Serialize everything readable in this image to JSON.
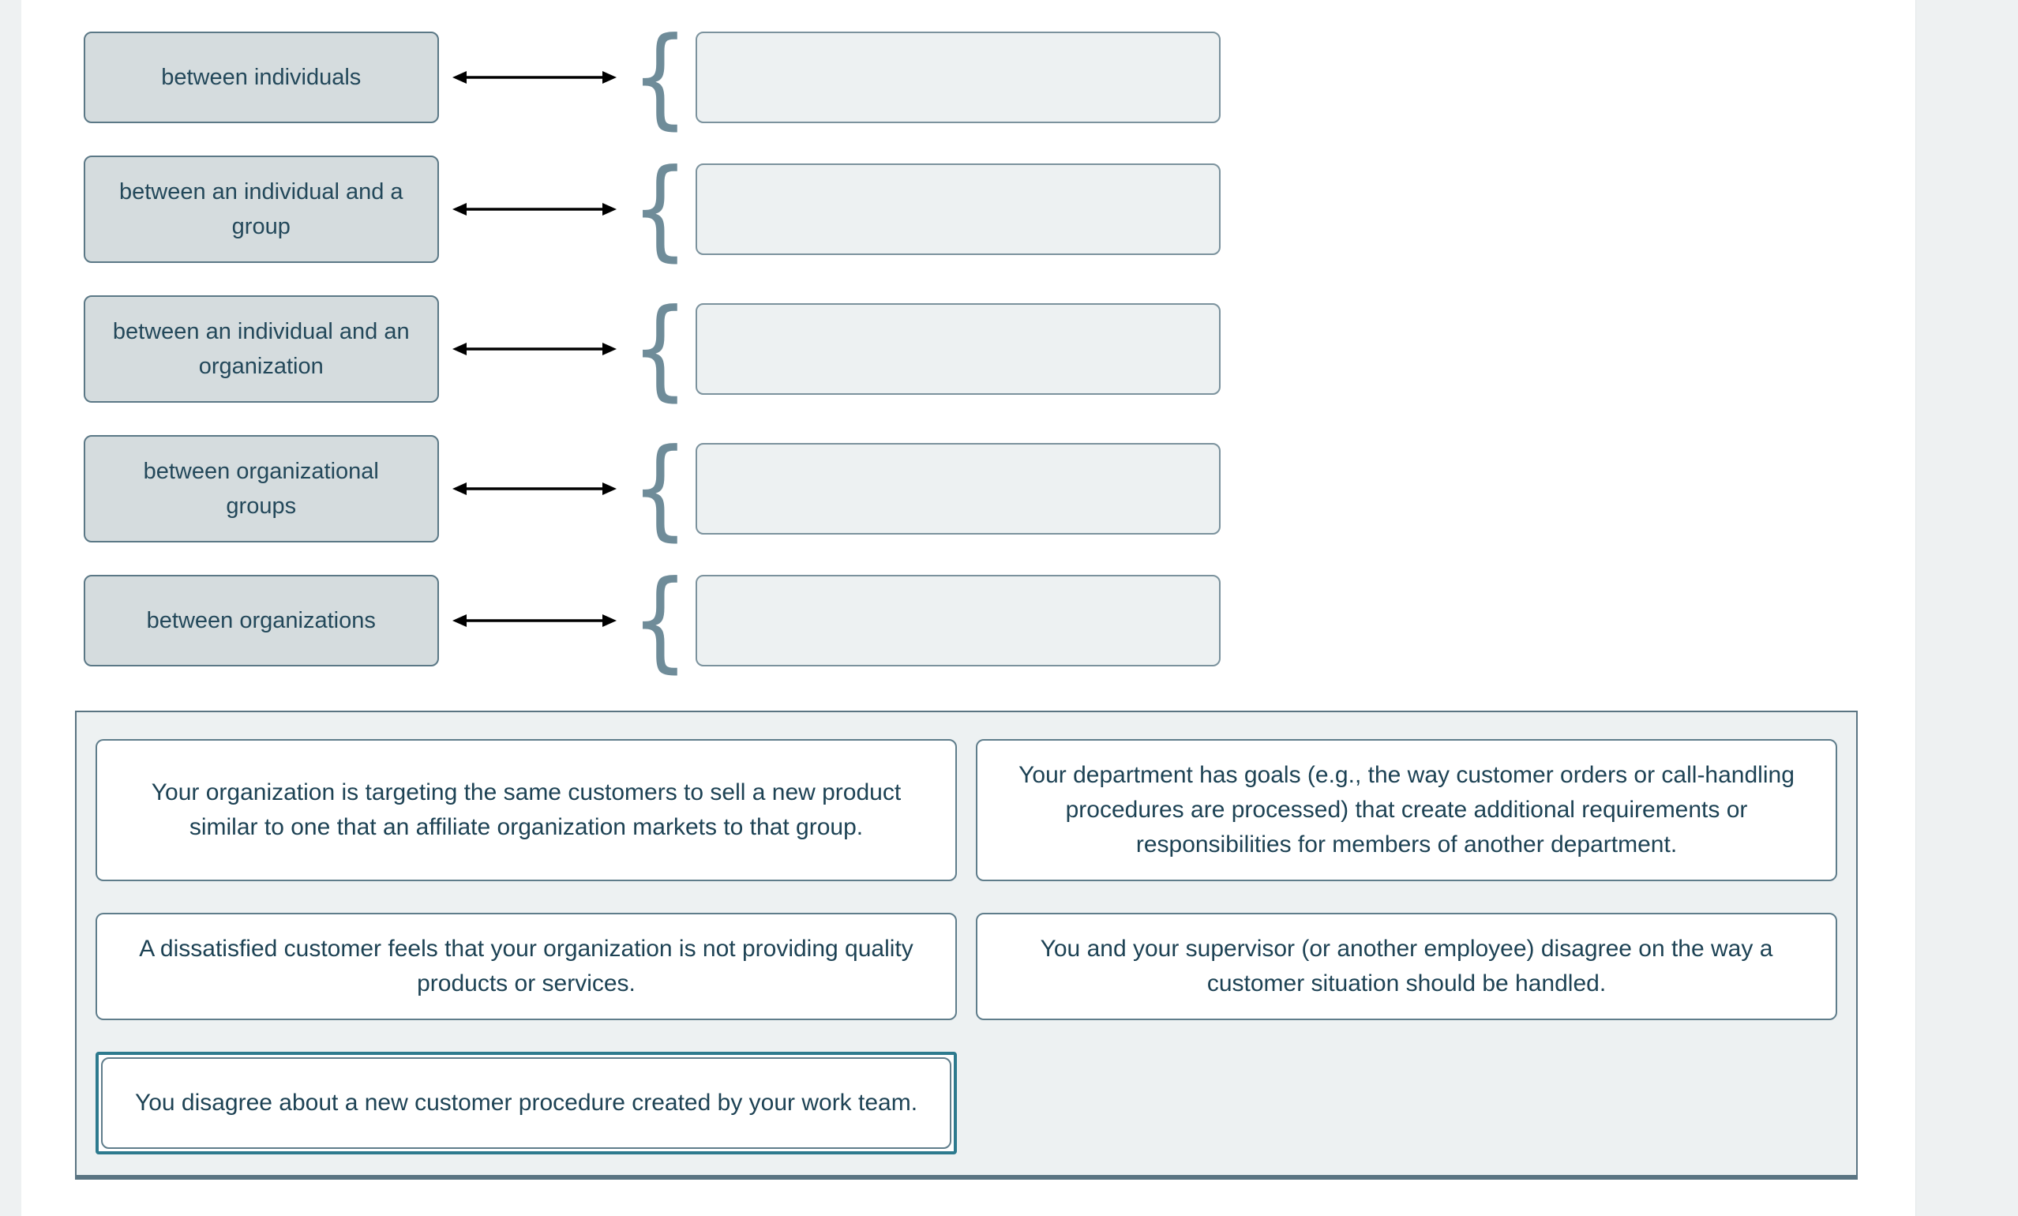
{
  "exercise": {
    "categories": [
      {
        "label": "between individuals"
      },
      {
        "label": "between an individual and a group"
      },
      {
        "label": "between an individual and an organization"
      },
      {
        "label": "between organizational groups"
      },
      {
        "label": "between organizations"
      }
    ],
    "drop_zones": [
      {
        "value": ""
      },
      {
        "value": ""
      },
      {
        "value": ""
      },
      {
        "value": ""
      },
      {
        "value": ""
      }
    ],
    "bank_cards": [
      {
        "text": "Your organization is targeting the same customers to sell a new product similar to one that an affiliate organization markets to that group.",
        "selected": false
      },
      {
        "text": "Your department has goals (e.g., the way customer orders or call-handling procedures are processed) that create additional requirements or responsibilities for members of another department.",
        "selected": false
      },
      {
        "text": "A dissatisfied customer feels that your organization is not providing quality products or services.",
        "selected": false
      },
      {
        "text": "You and your supervisor (or another employee) disagree on the way a customer situation should be handled.",
        "selected": false
      },
      {
        "text": "You disagree about a new customer procedure created by your work team.",
        "selected": true
      }
    ]
  },
  "icons": {
    "left_right_arrow": "double-headed horizontal arrow",
    "brace": "{"
  },
  "colors": {
    "accent_teal": "#2d7a8e",
    "label_fill": "#d5dcde",
    "label_border": "#5b7886",
    "zone_fill": "#edf1f2",
    "zone_border": "#7b929d",
    "bank_fill": "#edf1f2",
    "bank_border": "#5a7482",
    "card_border": "#5f7d8b",
    "panel_gray": "#eef1f2",
    "text": "#1d4254",
    "arrow": "#000000"
  }
}
